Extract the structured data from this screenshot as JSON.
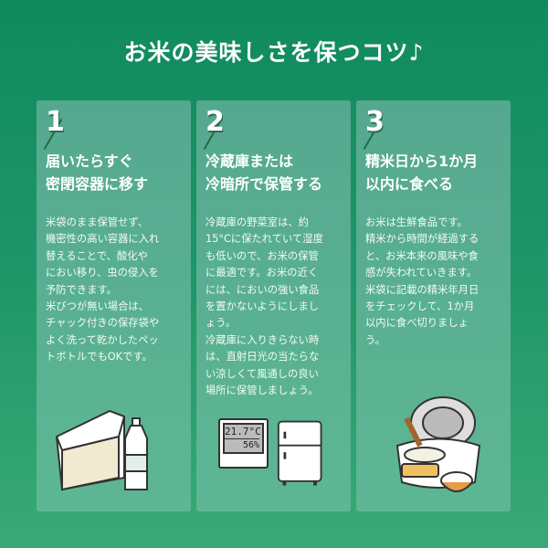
{
  "title": "お米の美味しさを保つコツ♪",
  "cards": [
    {
      "number": "1",
      "heading": "届いたらすぐ\n密閉容器に移す",
      "body": "米袋のまま保管せず、\n機密性の高い容器に入れ\n替えることで、酸化や\nにおい移り、虫の侵入を\n予防できます。\n米びつが無い場合は、\nチャック付きの保存袋や\nよく洗って乾かしたペッ\nトボトルでもOKです。"
    },
    {
      "number": "2",
      "heading": "冷蔵庫または\n冷暗所で保管する",
      "body": "冷蔵庫の野菜室は、約\n15°Cに保たれていて湿度\nも低いので、お米の保管\nに最適です。お米の近く\nには、においの強い食品\nを置かないようにしまし\nょう。\n冷蔵庫に入りきらない時\nは、直射日光の当たらな\nい涼しくて風通しの良い\n場所に保管しましょう。",
      "thermometer": {
        "temperature": "21.7°C",
        "humidity": "56%"
      }
    },
    {
      "number": "3",
      "heading": "精米日から1か月\n以内に食べる",
      "body": "お米は生鮮食品です。\n精米から時間が経過する\nと、お米本来の風味や食\n感が失われていきます。\n米袋に記載の精米年月日\nをチェックして、1か月\n以内に食べ切りましょ\nう。"
    }
  ]
}
